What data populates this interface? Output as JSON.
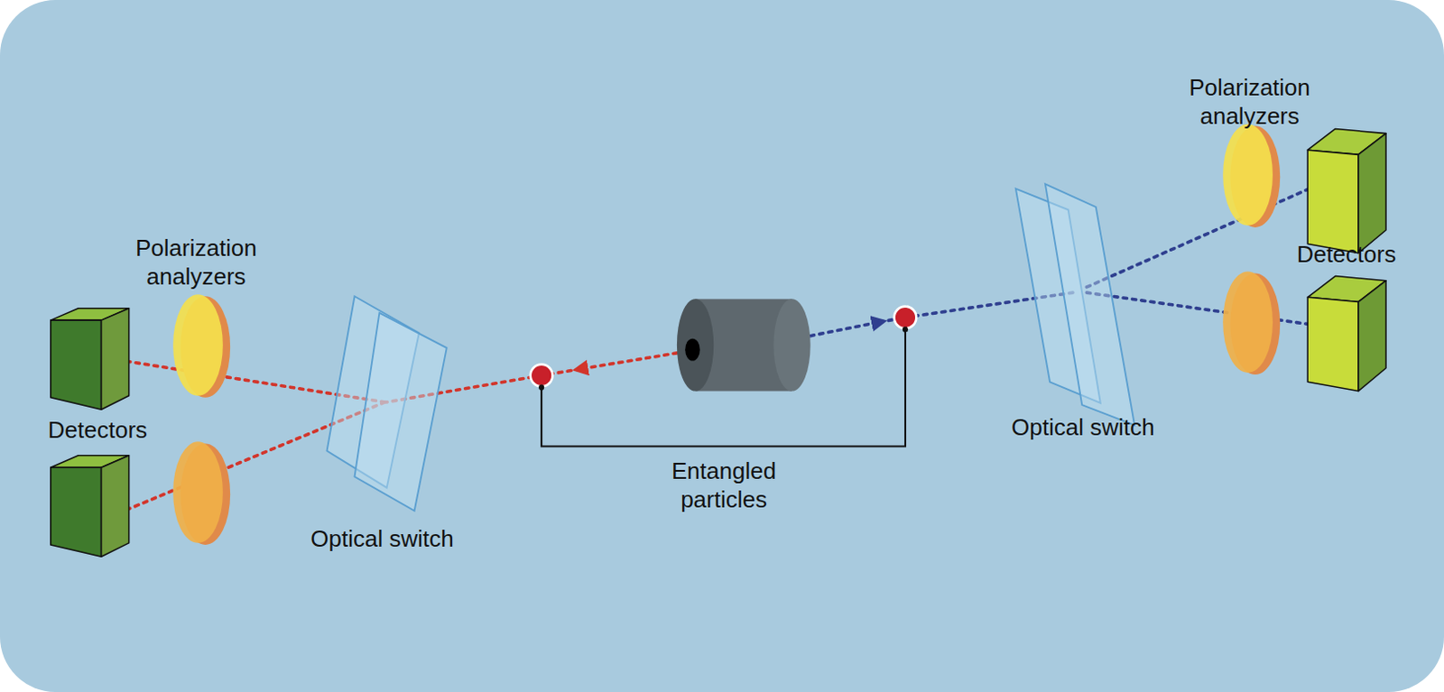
{
  "diagram": {
    "labels": [
      "Polarization analyzers",
      "Detectors",
      "Polarization analyzers",
      "Detectors",
      "Optical switch",
      "Entangled particles",
      "Optical switch"
    ]
  }
}
